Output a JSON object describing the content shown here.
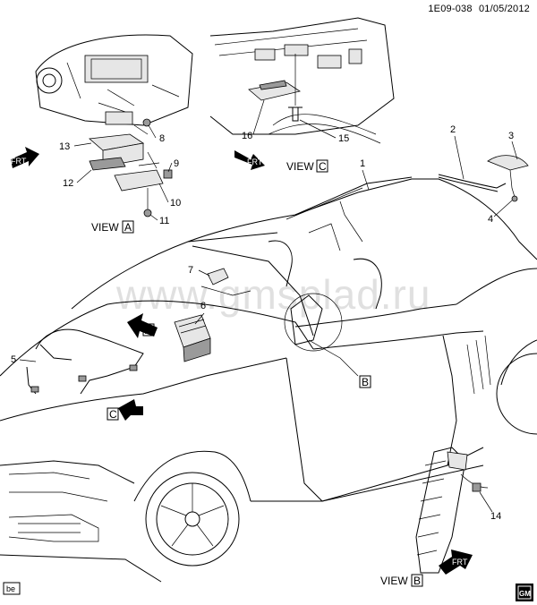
{
  "header": {
    "code": "1E09-038",
    "date": "01/05/2012"
  },
  "watermark": "www.gmsplad.ru",
  "corner_badge": "be",
  "views": [
    {
      "word": "VIEW",
      "letter": "A"
    },
    {
      "word": "VIEW",
      "letter": "C"
    },
    {
      "word": "VIEW",
      "letter": "B"
    }
  ],
  "callouts": {
    "c1": "1",
    "c2": "2",
    "c3": "3",
    "c4": "4",
    "c5": "5",
    "c6": "6",
    "c7": "7",
    "c8": "8",
    "c9": "9",
    "c10": "10",
    "c11": "11",
    "c12": "12",
    "c13": "13",
    "c14": "14",
    "c15": "15",
    "c16": "16"
  },
  "view_arrows": {
    "a": "A",
    "b": "B",
    "c": "C"
  },
  "front_arrow_text": "FRT",
  "gm_logo": "GM"
}
